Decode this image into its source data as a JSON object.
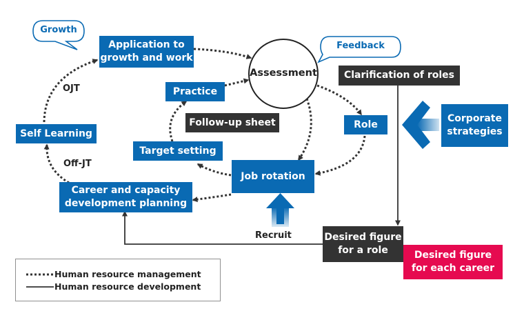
{
  "bubbles": {
    "growth": "Growth",
    "feedback": "Feedback"
  },
  "center": {
    "assessment": "Assessment"
  },
  "boxes": {
    "application": "Application to\ngrowth and work",
    "practice": "Practice",
    "follow_up": "Follow-up sheet",
    "self_learning": "Self Learning",
    "target_setting": "Target setting",
    "job_rotation": "Job rotation",
    "career_planning": "Career and capacity\ndevelopment planning",
    "role": "Role",
    "clarification": "Clarification of roles",
    "corporate": "Corporate\nstrategies",
    "desired_role": "Desired figure\nfor a role",
    "desired_career": "Desired figure\nfor each career"
  },
  "labels": {
    "ojt": "OJT",
    "off_jt": "Off-JT",
    "recruit": "Recruit"
  },
  "legend": {
    "dotted": "Human resource management",
    "solid": "Human resource development"
  },
  "colors": {
    "blue": "#0a6ab3",
    "dark": "#333333",
    "red": "#e60a50"
  }
}
